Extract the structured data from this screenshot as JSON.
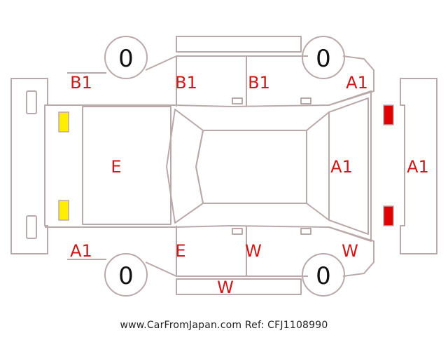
{
  "colors": {
    "outline": "#b9a9ab",
    "damage_label": "#d01818",
    "yellow_light": "#ffee00",
    "red_light": "#e00000",
    "tire_text": "#111111"
  },
  "tires": {
    "rear_left": "0",
    "front_left": "0",
    "rear_right": "0",
    "front_right": "0"
  },
  "damage_labels": {
    "rear_left_panel": "B1",
    "rear_left_door": "B1",
    "front_left_door": "B1",
    "front_left_fender": "A1",
    "trunk": "E",
    "hood": "A1",
    "front_bumper": "A1",
    "rear_bumper_corner": "A1",
    "rear_right_door": "E",
    "front_right_door": "W",
    "front_right_fender": "W",
    "right_side_sill": "W"
  },
  "footer": {
    "credit": "www.CarFromJapan.com Ref: CFJ1108990"
  }
}
